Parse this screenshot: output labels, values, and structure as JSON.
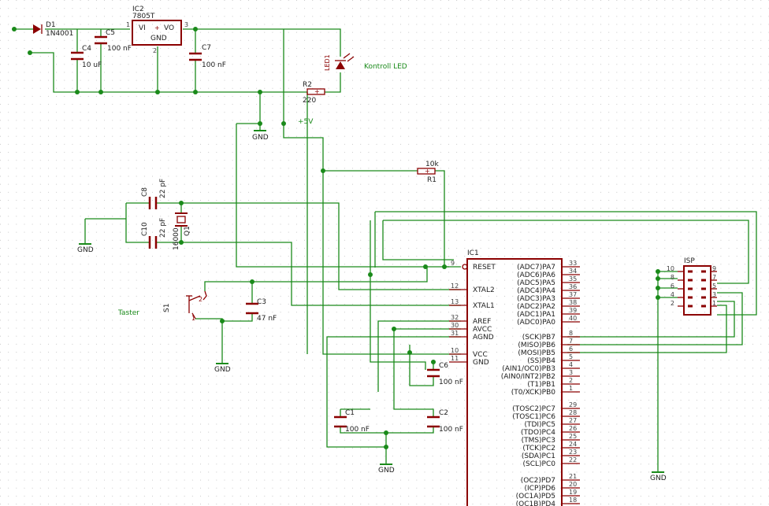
{
  "colors": {
    "wire": "#1a8a1a",
    "part": "#8b0000",
    "text": "#202020",
    "grid": "#c8c8c8"
  },
  "parts": {
    "d1": {
      "name": "D1",
      "value": "1N4001"
    },
    "ic2": {
      "name": "IC2",
      "value": "7805T",
      "vi": "VI",
      "vo": "VO",
      "gnd": "GND",
      "pin1": "1",
      "pin2": "2",
      "pin3": "3"
    },
    "c4": {
      "name": "C4",
      "value": "10 uF"
    },
    "c5": {
      "name": "C5",
      "value": "100 nF"
    },
    "c7": {
      "name": "C7",
      "value": "100 nF"
    },
    "led1": {
      "name": "LED1"
    },
    "r2": {
      "name": "R2",
      "value": "220"
    },
    "r1": {
      "name": "R1",
      "value": "10k"
    },
    "c8": {
      "name": "C8",
      "value": "22 pF"
    },
    "c10": {
      "name": "C10",
      "value": "22 pF"
    },
    "q1": {
      "name": "Q1",
      "value": "16000"
    },
    "s1": {
      "name": "S1"
    },
    "c3": {
      "name": "C3",
      "value": "47 nF"
    },
    "c6": {
      "name": "C6",
      "value": "100 nF"
    },
    "c1": {
      "name": "C1",
      "value": "100 nF"
    },
    "c2": {
      "name": "C2",
      "value": "100 nF"
    },
    "isp": {
      "name": "ISP"
    },
    "ic1": {
      "name": "IC1"
    }
  },
  "labels": {
    "led": "Kontroll LED",
    "vcc": "+5V",
    "taster": "Taster",
    "gnd": "GND"
  },
  "isp_pins": [
    "10",
    "9",
    "8",
    "7",
    "6",
    "5",
    "4",
    "3",
    "2",
    "1"
  ],
  "ic1_left_pins": [
    {
      "num": "9",
      "name": "RESET"
    },
    {
      "num": "12",
      "name": "XTAL2"
    },
    {
      "num": "13",
      "name": "XTAL1"
    },
    {
      "num": "32",
      "name": "AREF"
    },
    {
      "num": "30",
      "name": "AVCC"
    },
    {
      "num": "31",
      "name": "AGND"
    },
    {
      "num": "10",
      "name": "VCC"
    },
    {
      "num": "11",
      "name": "GND"
    }
  ],
  "ic1_right_pins": [
    {
      "num": "33",
      "name": "(ADC7)PA7"
    },
    {
      "num": "34",
      "name": "(ADC6)PA6"
    },
    {
      "num": "35",
      "name": "(ADC5)PA5"
    },
    {
      "num": "36",
      "name": "(ADC4)PA4"
    },
    {
      "num": "37",
      "name": "(ADC3)PA3"
    },
    {
      "num": "38",
      "name": "(ADC2)PA2"
    },
    {
      "num": "39",
      "name": "(ADC1)PA1"
    },
    {
      "num": "40",
      "name": "(ADC0)PA0"
    },
    {
      "num": "8",
      "name": "(SCK)PB7"
    },
    {
      "num": "7",
      "name": "(MISO)PB6"
    },
    {
      "num": "6",
      "name": "(MOSI)PB5"
    },
    {
      "num": "5",
      "name": "(SS)PB4"
    },
    {
      "num": "4",
      "name": "(AIN1/OC0)PB3"
    },
    {
      "num": "3",
      "name": "(AIN0/INT2)PB2"
    },
    {
      "num": "2",
      "name": "(T1)PB1"
    },
    {
      "num": "1",
      "name": "(T0/XCK)PB0"
    },
    {
      "num": "29",
      "name": "(TOSC2)PC7"
    },
    {
      "num": "28",
      "name": "(TOSC1)PC6"
    },
    {
      "num": "27",
      "name": "(TDI)PC5"
    },
    {
      "num": "26",
      "name": "(TDO)PC4"
    },
    {
      "num": "25",
      "name": "(TMS)PC3"
    },
    {
      "num": "24",
      "name": "(TCK)PC2"
    },
    {
      "num": "23",
      "name": "(SDA)PC1"
    },
    {
      "num": "22",
      "name": "(SCL)PC0"
    },
    {
      "num": "21",
      "name": "(OC2)PD7"
    },
    {
      "num": "20",
      "name": "(ICP)PD6"
    },
    {
      "num": "19",
      "name": "(OC1A)PD5"
    },
    {
      "num": "18",
      "name": "(OC1B)PD4"
    }
  ]
}
